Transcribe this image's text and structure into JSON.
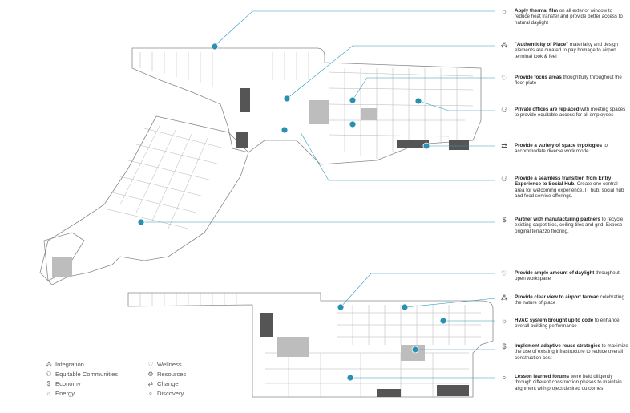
{
  "callouts": [
    {
      "icon": "lightbulb-icon",
      "glyph": "☼",
      "bold": "Apply thermal film",
      "text": " on all exterior window to reduce heat transfer and provide better access to natural daylight"
    },
    {
      "icon": "integration-icon",
      "glyph": "⁂",
      "bold": "\"Authenticity of Place\"",
      "text": " materiality and design elements are curated to pay homage to airport terminal look & feel"
    },
    {
      "icon": "wellness-icon",
      "glyph": "♡",
      "bold": "Provide focus areas",
      "text": " thoughtfully throughout the floor plate"
    },
    {
      "icon": "community-icon",
      "glyph": "⚇",
      "bold": "Private offices are replaced",
      "text": " with meeting spaces to provide equitable access for all employees"
    },
    {
      "icon": "change-icon",
      "glyph": "⇄",
      "bold": "Provide a variety of space typologies",
      "text": " to accommodate diverse work mode"
    },
    {
      "icon": "community-icon",
      "glyph": "⚇",
      "bold": "Provide a seamless transition from Entry Experience to Social Hub.",
      "text": " Create one central area for welcoming experience, IT hub, social hub and food service offerings."
    },
    {
      "icon": "economy-icon",
      "glyph": "$",
      "bold": "Partner with manufacturing partners",
      "text": " to recycle existing carpet tiles, ceiling tiles and grid. Expose original terrazzo flooring."
    },
    {
      "icon": "wellness-icon",
      "glyph": "♡",
      "bold": "Provide ample amount of daylight",
      "text": " throughout open workspace"
    },
    {
      "icon": "integration-icon",
      "glyph": "⁂",
      "bold": "Provide clear view to airport tarmac",
      "text": " celebrating the nature of place"
    },
    {
      "icon": "lightbulb-icon",
      "glyph": "☼",
      "bold": "HVAC system brought up to code",
      "text": " to enhance overall building performance"
    },
    {
      "icon": "economy-icon",
      "glyph": "$",
      "bold": "Implement adaptive reuse strategies",
      "text": " to maximize the use of existing infrastructure to reduce overall construction cost"
    },
    {
      "icon": "discovery-icon",
      "glyph": "⌕",
      "bold": "Lesson learned forums",
      "text": " were held diligently through different construction phases to maintain alignment with project desired outcomes."
    }
  ],
  "legend_left": [
    {
      "icon": "integration-icon",
      "glyph": "⁂",
      "label": "Integration"
    },
    {
      "icon": "community-icon",
      "glyph": "⚇",
      "label": "Equitable Communities"
    },
    {
      "icon": "economy-icon",
      "glyph": "$",
      "label": "Economy"
    },
    {
      "icon": "energy-icon",
      "glyph": "☼",
      "label": "Energy"
    }
  ],
  "legend_right": [
    {
      "icon": "wellness-icon",
      "glyph": "♡",
      "label": "Wellness"
    },
    {
      "icon": "resources-icon",
      "glyph": "⚙",
      "label": "Resources"
    },
    {
      "icon": "change-icon",
      "glyph": "⇄",
      "label": "Change"
    },
    {
      "icon": "discovery-icon",
      "glyph": "⌕",
      "label": "Discovery"
    }
  ],
  "colors": {
    "accent": "#2a8fb0",
    "line": "#2a9bb8",
    "plan": "#8a8a8a"
  }
}
